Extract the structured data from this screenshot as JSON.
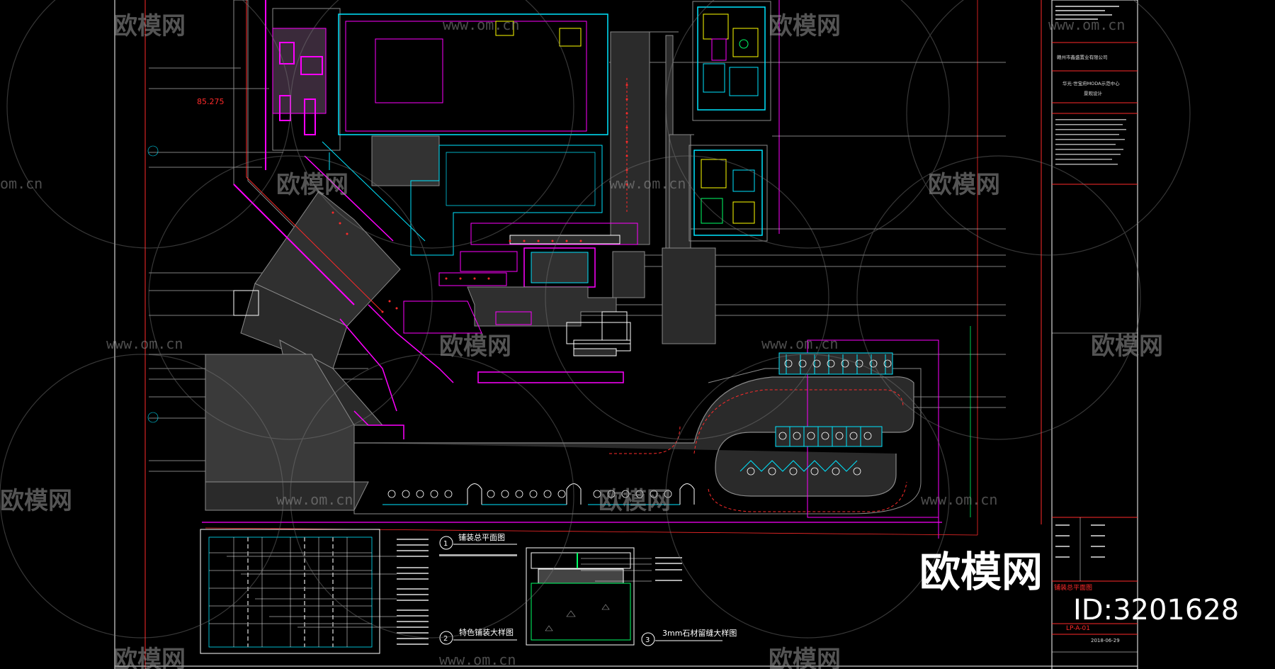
{
  "watermark": {
    "brand": "欧模网",
    "url": "www.om.cn",
    "url_partial": "om.cn",
    "stamp_title": "欧模网",
    "stamp_id": "ID:3201628"
  },
  "drawing": {
    "elevation_mark": "85.275",
    "detail_1": {
      "number": "1",
      "title": "铺装总平面图"
    },
    "detail_2": {
      "number": "2",
      "title": "特色铺装大样图"
    },
    "detail_3": {
      "number": "3",
      "title": "3mm石材留缝大样图"
    },
    "title_block": {
      "client": "赣州市鑫盛置业有限公司",
      "project_line1": "华光·世宝府MODA示范中心",
      "project_line2": "景观设计",
      "drawing_name": "铺装总平面图",
      "drawing_no": "LP-A-01",
      "date": "2018-06-29"
    }
  },
  "colors": {
    "background": "#000000",
    "cyan": "#00e5ff",
    "magenta": "#ff00ff",
    "red": "#ff2a2a",
    "white": "#ffffff",
    "yellow": "#ffff00",
    "gray": "#8a8a8a"
  }
}
